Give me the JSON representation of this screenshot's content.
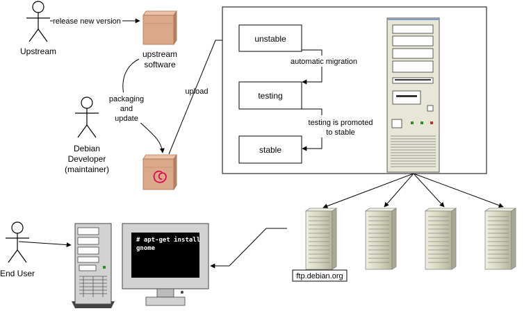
{
  "actors": {
    "upstream": "Upstream",
    "developer_line1": "Debian",
    "developer_line2": "Developer",
    "developer_line3": "(maintainer)",
    "end_user": "End User"
  },
  "packages": {
    "upstream_line1": "upstream",
    "upstream_line2": "software"
  },
  "edges": {
    "release": "release new version",
    "packaging_line1": "packaging",
    "packaging_line2": "and",
    "packaging_line3": "update",
    "upload": "upload",
    "migration": "automatic migration",
    "promote_line1": "testing is promoted",
    "promote_line2": "to stable"
  },
  "archive": {
    "unstable": "unstable",
    "testing": "testing",
    "stable": "stable"
  },
  "mirrors": {
    "label": "ftp.debian.org"
  },
  "terminal": {
    "line1": "# apt-get install",
    "line2": "gnome"
  },
  "colors": {
    "box_front": "#dca88a",
    "box_top": "#ecc3a8",
    "box_side": "#b9825f",
    "server": "#d7d6bf",
    "server_dark": "#9e9d86",
    "monitor": "#d2d2d2",
    "screen": "#000000",
    "debian_swirl": "#d70a53",
    "archive_panel_border": "#000000"
  }
}
